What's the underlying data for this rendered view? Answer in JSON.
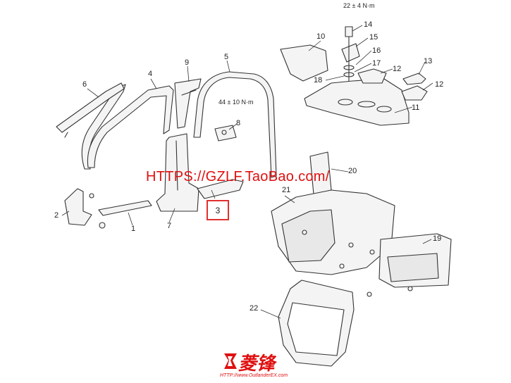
{
  "torque_specs": {
    "top_bolt": "22 ± 4 N·m",
    "mid_fastener": "44 ± 10 N·m"
  },
  "callouts": {
    "c1": "1",
    "c2": "2",
    "c3": "3",
    "c4": "4",
    "c5": "5",
    "c6": "6",
    "c7": "7",
    "c8": "8",
    "c9": "9",
    "c10": "10",
    "c11": "11",
    "c12a": "12",
    "c12b": "12",
    "c13": "13",
    "c14": "14",
    "c15": "15",
    "c16": "16",
    "c17": "17",
    "c18": "18",
    "c19": "19",
    "c20": "20",
    "c21": "21",
    "c22": "22"
  },
  "highlight": {
    "label": "3",
    "color": "#e03030"
  },
  "watermark": {
    "url_text": "HTTPS://GZLF.TaoBao.com/",
    "color": "#e01010"
  },
  "brand": {
    "name": "菱锋",
    "url": "HTTP://www.OutlanderEX.com",
    "color": "#e01010"
  },
  "line_color": "#333333",
  "fill_color": "#f2f2f2"
}
